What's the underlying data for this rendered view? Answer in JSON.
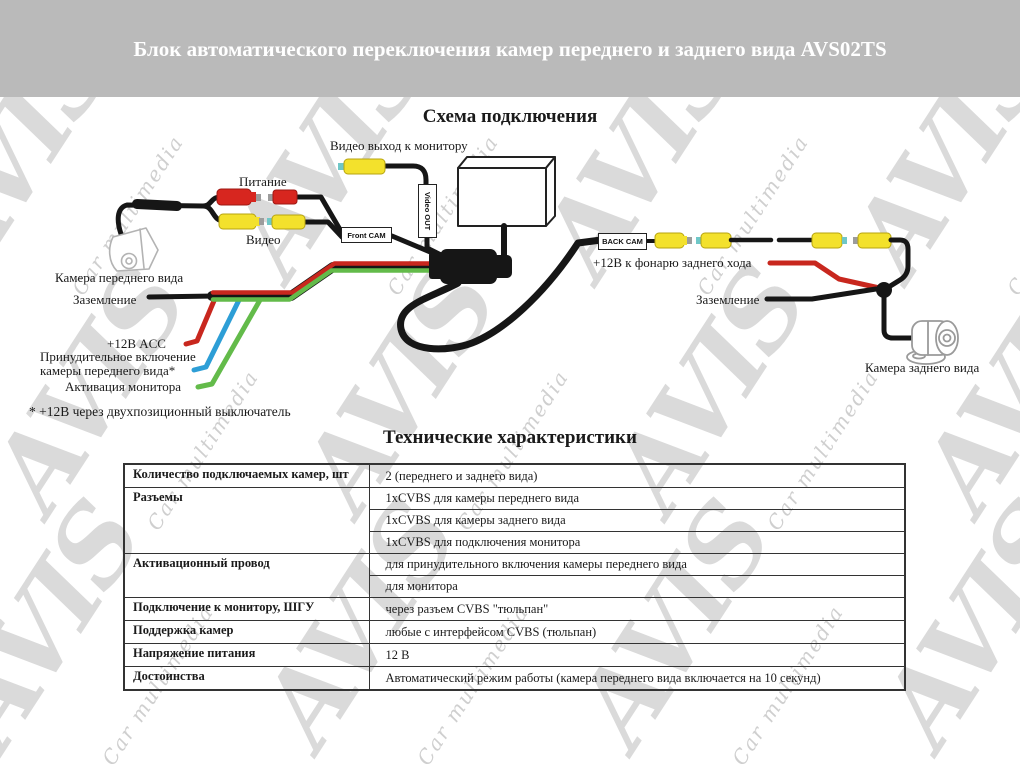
{
  "header": {
    "title": "Блок автоматического переключения камер переднего и заднего вида AVS02TS"
  },
  "watermark": {
    "brand": "AVIS",
    "tagline": "Car multimedia"
  },
  "diagram": {
    "title": "Схема подключения",
    "labels": {
      "video_out_to_monitor": "Видео выход к монитору",
      "power": "Питание",
      "video": "Видео",
      "front_camera": "Камера переднего вида",
      "ground_left": "Заземление",
      "acc_12v": "+12В ACC",
      "force_on_line1": "Принудительное включение",
      "force_on_line2": "камеры переднего вида*",
      "monitor_activation": "Активация монитора",
      "footnote": "* +12В через двухпозиционный выключатель",
      "reverse_12v": "+12В к фонарю заднего хода",
      "ground_right": "Заземление",
      "rear_camera": "Камера заднего вида",
      "front_cam_tag": "Front CAM",
      "video_out_tag": "Video OUT",
      "back_cam_tag": "BACK CAM"
    },
    "colors": {
      "banner_bg": "#bababa",
      "banner_text": "#ffffff",
      "wire_black": "#161616",
      "wire_red": "#c8271e",
      "wire_blue": "#2d9ed6",
      "wire_green": "#63bb4a",
      "rca_yellow": "#f3e12c",
      "rca_red": "#d7261f",
      "watermark_gray": "#dadada"
    }
  },
  "specs": {
    "title": "Технические характеристики",
    "rows": [
      {
        "label": "Количество подключаемых камер, шт",
        "value": "2 (переднего и заднего вида)"
      },
      {
        "label": "Разъемы",
        "value": "1xCVBS для камеры переднего вида"
      },
      {
        "value": "1xCVBS для камеры заднего вида"
      },
      {
        "value": "1xCVBS для подключения монитора"
      },
      {
        "label": "Активационный провод",
        "value": "для принудительного включения камеры переднего вида"
      },
      {
        "value": "для монитора"
      },
      {
        "label": "Подключение к монитору, ШГУ",
        "value": "через разъем CVBS \"тюльпан\""
      },
      {
        "label": "Поддержка камер",
        "value": "любые с интерфейсом CVBS (тюльпан)"
      },
      {
        "label": "Напряжение питания",
        "value": "12 В"
      },
      {
        "label": "Достоинства",
        "value": "Автоматический режим работы (камера переднего вида включается на 10 секунд)"
      }
    ]
  }
}
